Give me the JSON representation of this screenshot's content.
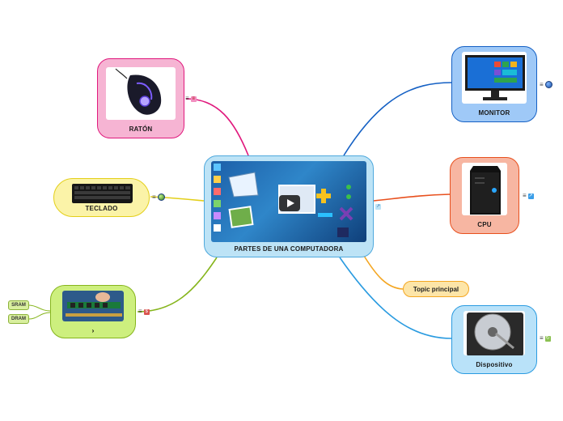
{
  "central": {
    "label": "PARTES DE UNA COMPUTADORA"
  },
  "topics": {
    "raton": {
      "label": "RATÓN"
    },
    "monitor": {
      "label": "MONITOR"
    },
    "cpu": {
      "label": "CPU"
    },
    "teclado": {
      "label": "TECLADO"
    },
    "ram": {
      "label": "",
      "subtopics": [
        {
          "label": "SRAM"
        },
        {
          "label": "DRAM"
        }
      ]
    },
    "topic_principal": {
      "label": "Topic principal"
    },
    "dispositivo": {
      "label": "Dispositivo"
    }
  },
  "colors": {
    "raton": "#e0197d",
    "monitor": "#1460c4",
    "cpu": "#e8501e",
    "teclado": "#e3cf1a",
    "ram": "#86b51c",
    "topic": "#f4a621",
    "dispositivo": "#2a9be0",
    "central": "#4fa9dd"
  }
}
